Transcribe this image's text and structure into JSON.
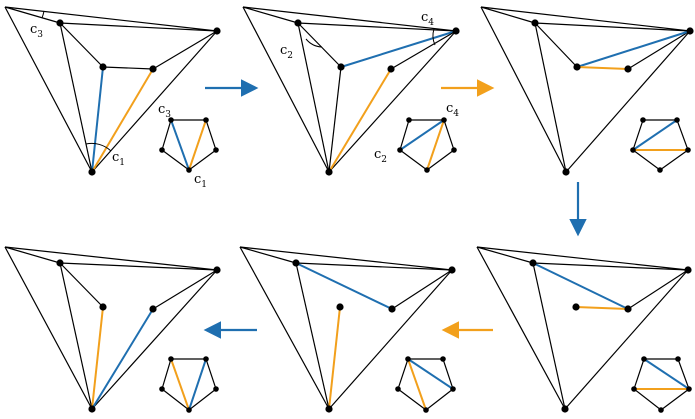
{
  "colors": {
    "edge": "#000000",
    "blue": "#1f6fb0",
    "orange": "#f2a01c",
    "vertex": "#000000"
  },
  "labels": {
    "c1": {
      "letter": "c",
      "index": "1"
    },
    "c2": {
      "letter": "c",
      "index": "2"
    },
    "c3": {
      "letter": "c",
      "index": "3"
    },
    "c4": {
      "letter": "c",
      "index": "4"
    }
  },
  "arrows": [
    {
      "panel_from": 1,
      "panel_to": 2,
      "color": "blue"
    },
    {
      "panel_from": 2,
      "panel_to": 3,
      "color": "orange"
    },
    {
      "panel_from": 3,
      "panel_to": 4,
      "color": "blue"
    },
    {
      "panel_from": 4,
      "panel_to": 5,
      "color": "orange"
    },
    {
      "panel_from": 5,
      "panel_to": 6,
      "color": "blue"
    }
  ]
}
